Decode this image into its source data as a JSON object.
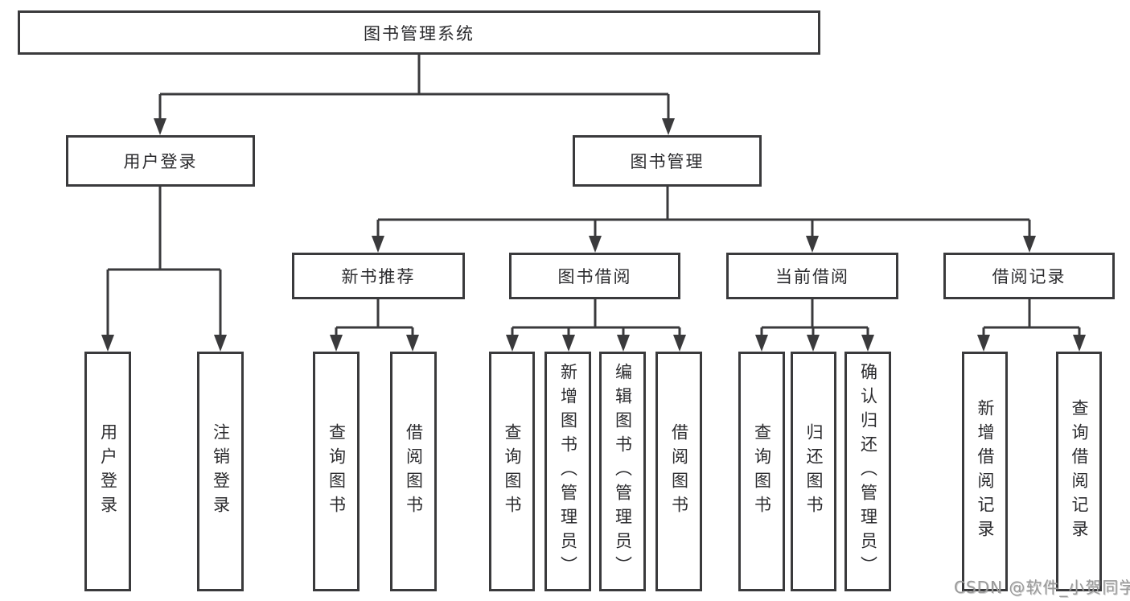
{
  "diagram_type": "hierarchy-tree",
  "colors": {
    "line": "#3a3a3c",
    "text": "#2b2b2e",
    "watermark": "#9a9a9a",
    "background": "#ffffff"
  },
  "tree": {
    "label": "图书管理系统",
    "children": [
      {
        "label": "用户登录",
        "children": [
          {
            "label": "用户登录"
          },
          {
            "label": "注销登录"
          }
        ]
      },
      {
        "label": "图书管理",
        "children": [
          {
            "label": "新书推荐",
            "children": [
              {
                "label": "查询图书"
              },
              {
                "label": "借阅图书"
              }
            ]
          },
          {
            "label": "图书借阅",
            "children": [
              {
                "label": "查询图书"
              },
              {
                "label": "新增图书（管理员）"
              },
              {
                "label": "编辑图书（管理员）"
              },
              {
                "label": "借阅图书"
              }
            ]
          },
          {
            "label": "当前借阅",
            "children": [
              {
                "label": "查询图书"
              },
              {
                "label": "归还图书"
              },
              {
                "label": "确认归还（管理员）"
              }
            ]
          },
          {
            "label": "借阅记录",
            "children": [
              {
                "label": "新增借阅记录"
              },
              {
                "label": "查询借阅记录"
              }
            ]
          }
        ]
      }
    ]
  },
  "watermark": {
    "text": "CSDN @软件_小贺同学"
  }
}
